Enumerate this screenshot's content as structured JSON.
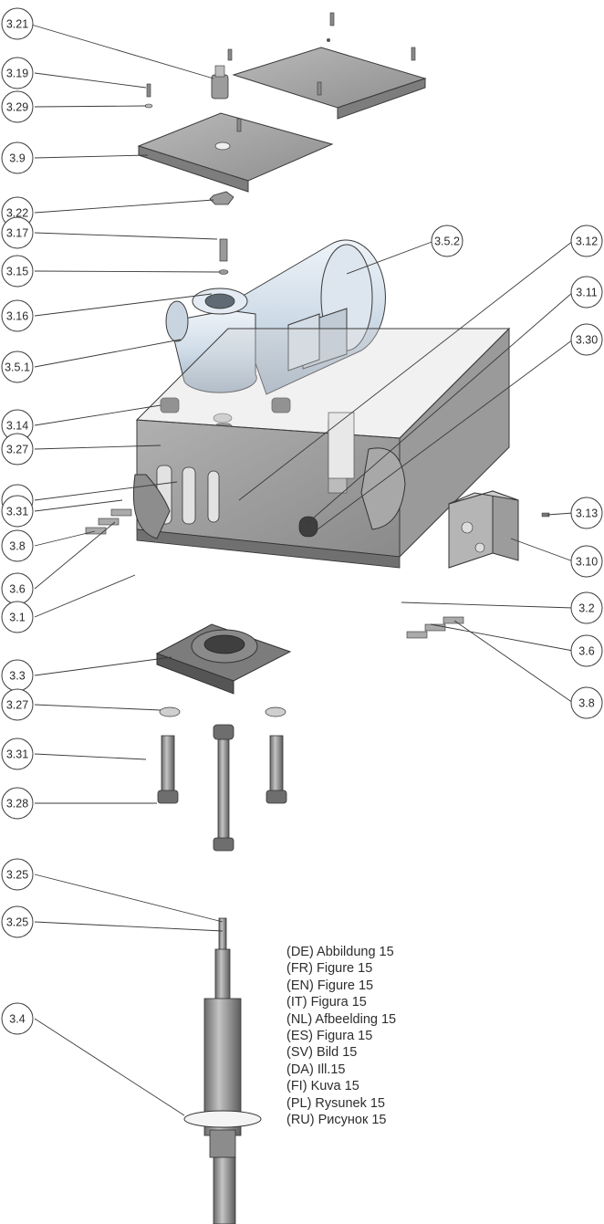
{
  "callouts": [
    "3.21",
    "3.19",
    "3.29",
    "3.9",
    "3.22",
    "3.17",
    "3.15",
    "3.16",
    "3.5.1",
    "3.5.2",
    "3.12",
    "3.11",
    "3.30",
    "3.14",
    "3.27",
    "3.3",
    "3.31",
    "3.8",
    "3.6",
    "3.13",
    "3.10",
    "3.1",
    "3.2",
    "3.6",
    "3.8",
    "3.3",
    "3.27",
    "3.31",
    "3.28",
    "3.25",
    "3.25",
    "3.4"
  ],
  "captions": [
    "(DE) Abbildung 15",
    "(FR) Figure 15",
    "(EN) Figure 15",
    "(IT) Figura 15",
    "(NL) Afbeelding 15",
    "(ES) Figura 15",
    "(SV) Bild 15",
    "(DA) Ill.15",
    "(FI) Kuva 15",
    "(PL) Rysunek 15",
    "(RU) Рисунок 15"
  ],
  "colors": {
    "line": "#3a3a3a",
    "metal": "#a3a3a3",
    "metal_dark": "#6f6f6f",
    "motor": "#cfdce8",
    "steel": "#8e8e8e"
  }
}
